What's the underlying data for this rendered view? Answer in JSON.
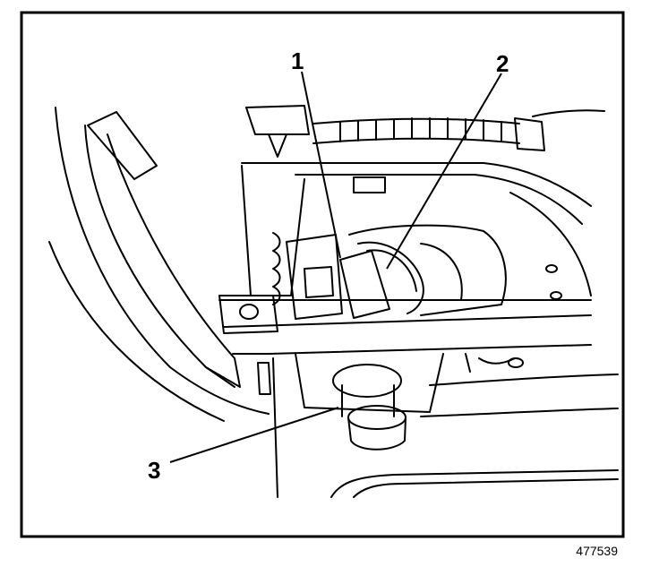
{
  "diagram": {
    "callouts": [
      {
        "id": "1",
        "label": "1"
      },
      {
        "id": "2",
        "label": "2"
      },
      {
        "id": "3",
        "label": "3"
      }
    ],
    "reference_number": "477539"
  },
  "colors": {
    "line": "#000000",
    "background": "#ffffff"
  }
}
